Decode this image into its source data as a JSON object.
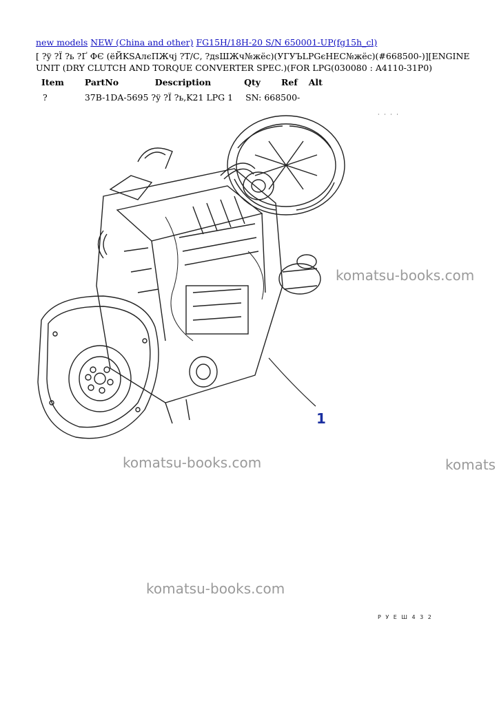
{
  "breadcrumb": {
    "links": [
      "new models",
      "NEW (China and other)",
      "FG15H/18H-20 S/N 650001-UP(fg15h_cl)"
    ]
  },
  "title": "[ ?ÿ ?Ï ?ь ?Ґ ФЄ (ëЙKSAлєПЖчј ?Т/С, ?дsШЖч№жёс)(УГУЪLPGєНЕС№жёс)(#668500-)][ENGINE UNIT (DRY CLUTCH AND TORQUE CONVERTER SPEC.)(FOR LPG(030080 : A4110-31P0)",
  "table": {
    "headers": [
      "Item",
      "PartNo",
      "Description",
      "Qty",
      "Ref",
      "Alt"
    ],
    "rows": [
      {
        "item": "?",
        "partno": "37B-1DA-5695",
        "description": "?ÿ ?Ï ?ь,K21 LPG",
        "qty": "1",
        "ref": "SN: 668500-",
        "alt": ""
      }
    ]
  },
  "figure": {
    "callout": "1",
    "code_top": "· · · ·",
    "code_bottom": "Р У Е Ш 4 3 2",
    "callout_color": "#1a2fa0"
  },
  "watermark": {
    "text1": "komatsu-books.com",
    "text2": "komatsu-books.com",
    "text3": "komats",
    "text4": "komatsu-books.com"
  }
}
